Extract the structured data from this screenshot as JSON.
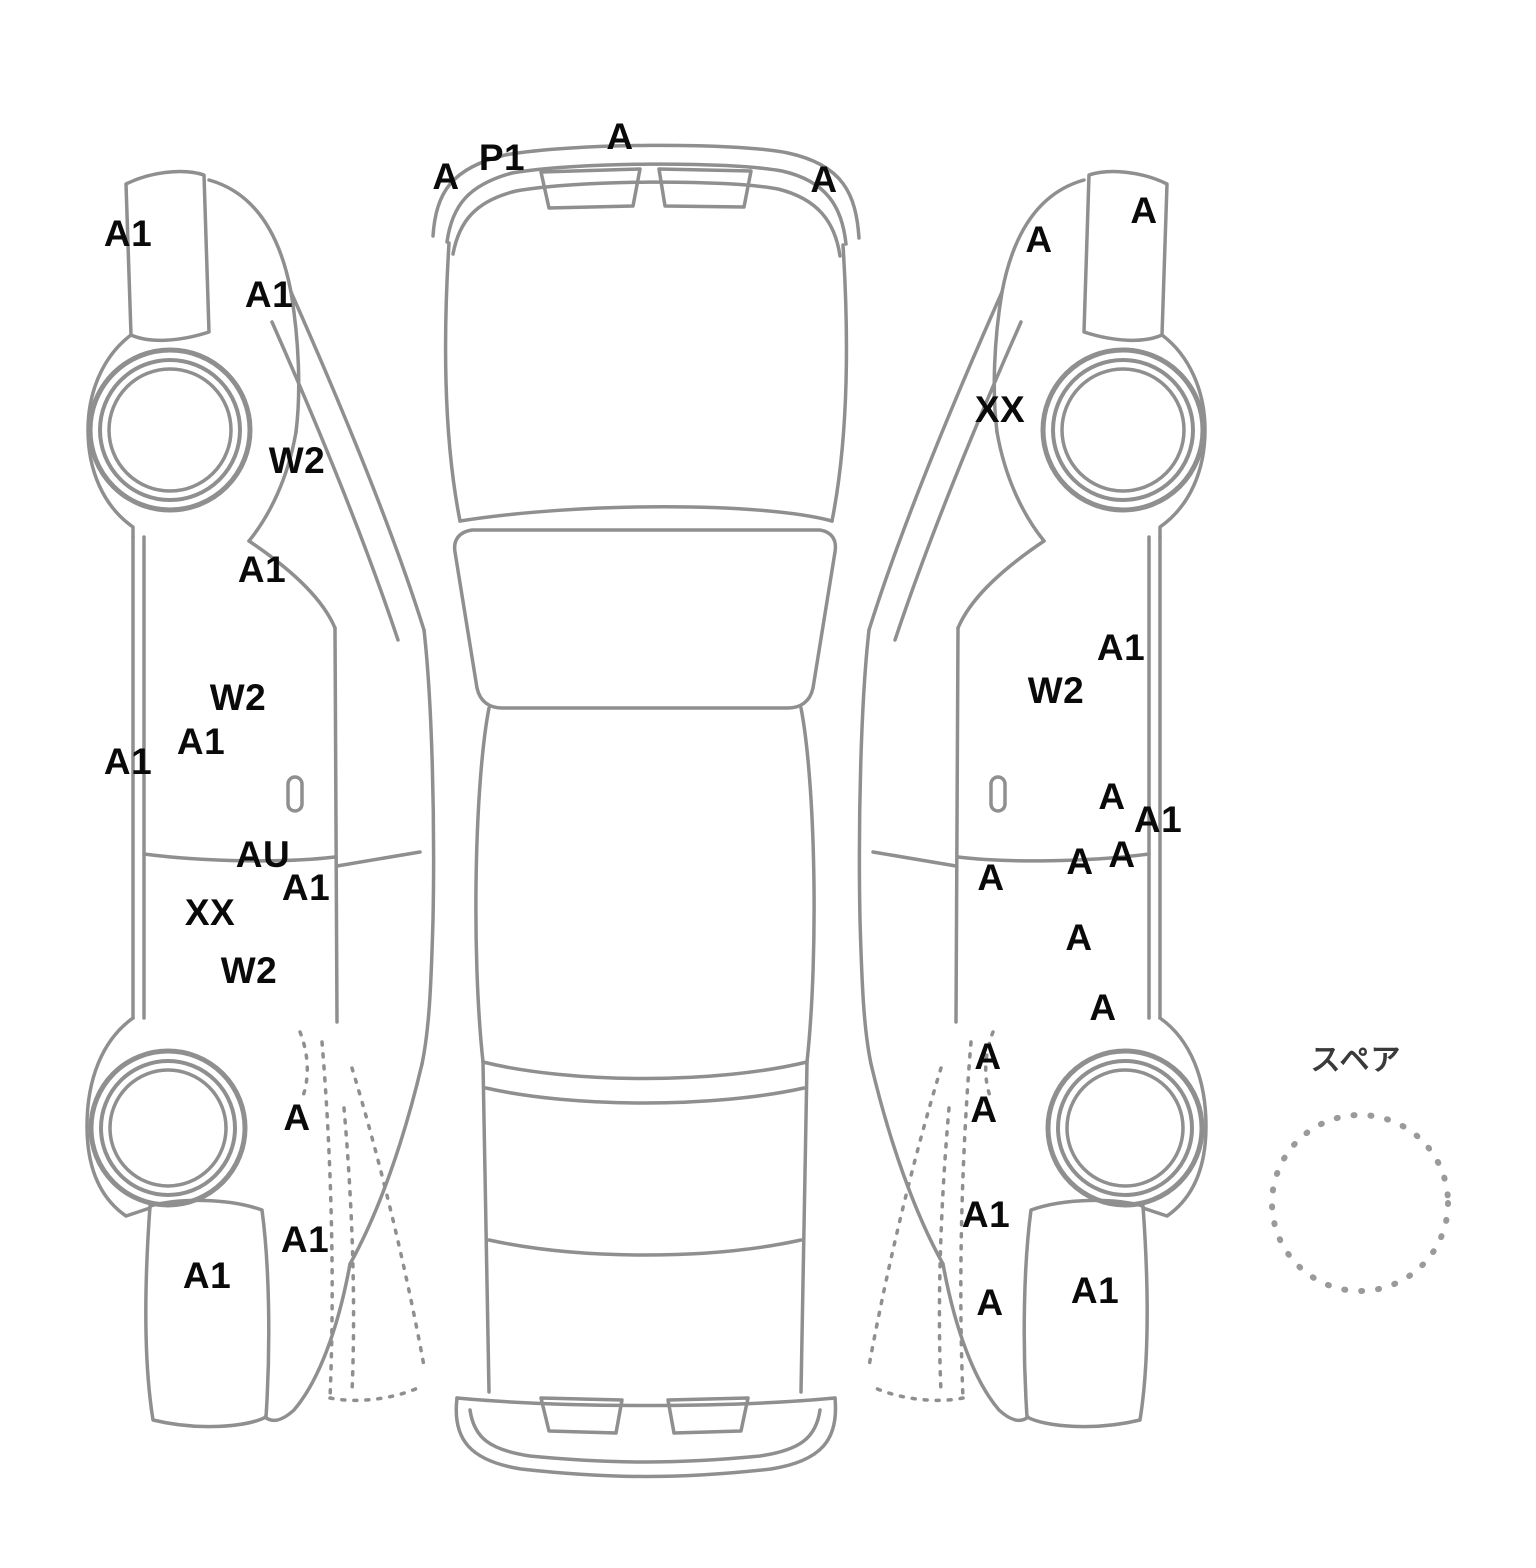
{
  "diagram": {
    "kind": "vehicle-damage-diagram",
    "outline_color": "#8f8f8f",
    "label_color": "#0a0a0a"
  },
  "spare": {
    "label": "スペア"
  },
  "labels": [
    {
      "text": "A",
      "area": "front-bumper-center"
    },
    {
      "text": "P1",
      "area": "front-bumper-left"
    },
    {
      "text": "A",
      "area": "front-left-corner"
    },
    {
      "text": "A",
      "area": "front-right-corner"
    },
    {
      "text": "A1",
      "area": "left-front-bumper"
    },
    {
      "text": "A1",
      "area": "left-front-fender"
    },
    {
      "text": "A",
      "area": "right-front-bumper"
    },
    {
      "text": "A",
      "area": "right-front-fender"
    },
    {
      "text": "W2",
      "area": "left-front-fender-arch"
    },
    {
      "text": "XX",
      "area": "right-front-arch"
    },
    {
      "text": "A1",
      "area": "left-front-door-top"
    },
    {
      "text": "A1",
      "area": "right-front-door"
    },
    {
      "text": "W2",
      "area": "right-front-door"
    },
    {
      "text": "W2",
      "area": "left-front-door"
    },
    {
      "text": "A1",
      "area": "left-front-door-lower"
    },
    {
      "text": "A1",
      "area": "left-sill"
    },
    {
      "text": "A",
      "area": "right-door-handle"
    },
    {
      "text": "A1",
      "area": "right-sill"
    },
    {
      "text": "AU",
      "area": "left-door-seam"
    },
    {
      "text": "A",
      "area": "right-door-seam"
    },
    {
      "text": "A",
      "area": "right-door-seam-2"
    },
    {
      "text": "A",
      "area": "right-rear-door"
    },
    {
      "text": "A1",
      "area": "left-rear-door-top"
    },
    {
      "text": "XX",
      "area": "left-rear-door"
    },
    {
      "text": "A",
      "area": "right-rear-door-2"
    },
    {
      "text": "W2",
      "area": "left-rear-door-lower"
    },
    {
      "text": "A",
      "area": "right-rear-door-3"
    },
    {
      "text": "A",
      "area": "right-quarter-upper"
    },
    {
      "text": "A",
      "area": "right-quarter"
    },
    {
      "text": "A",
      "area": "left-quarter-arch"
    },
    {
      "text": "A1",
      "area": "right-quarter-lower"
    },
    {
      "text": "A1",
      "area": "left-quarter-lower"
    },
    {
      "text": "A1",
      "area": "left-rear-bumper"
    },
    {
      "text": "A1",
      "area": "right-rear-bumper"
    },
    {
      "text": "A",
      "area": "right-rear-bumper-inner"
    }
  ]
}
